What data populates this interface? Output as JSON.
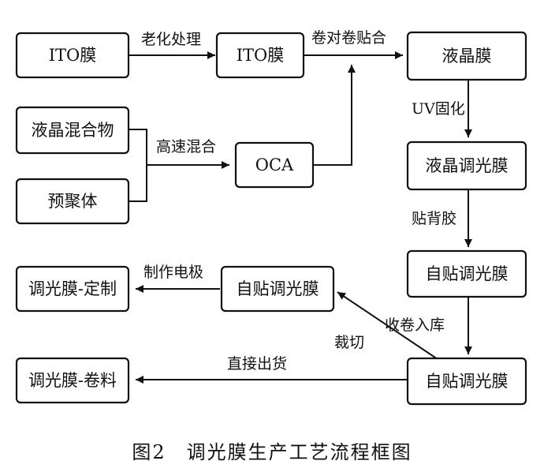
{
  "nodes": {
    "ito_film_1": "ITO膜",
    "ito_film_2": "ITO膜",
    "lc_film": "液晶膜",
    "lc_mixture": "液晶混合物",
    "prepolymer": "预聚体",
    "oca": "OCA",
    "lc_dimming_film": "液晶调光膜",
    "self_adhesive_1": "自贴调光膜",
    "self_adhesive_2": "自贴调光膜",
    "self_adhesive_3": "自贴调光膜",
    "custom_film": "调光膜-定制",
    "roll_film": "调光膜-卷料"
  },
  "edges": {
    "aging": "老化处理",
    "roll_to_roll": "卷对卷贴合",
    "high_speed_mix": "高速混合",
    "uv_cure": "UV固化",
    "back_adhesive": "贴背胶",
    "rolling_storage": "收卷入库",
    "cutting": "裁切",
    "make_electrode": "制作电极",
    "direct_ship": "直接出货"
  },
  "caption": "图2　调光膜生产工艺流程框图"
}
